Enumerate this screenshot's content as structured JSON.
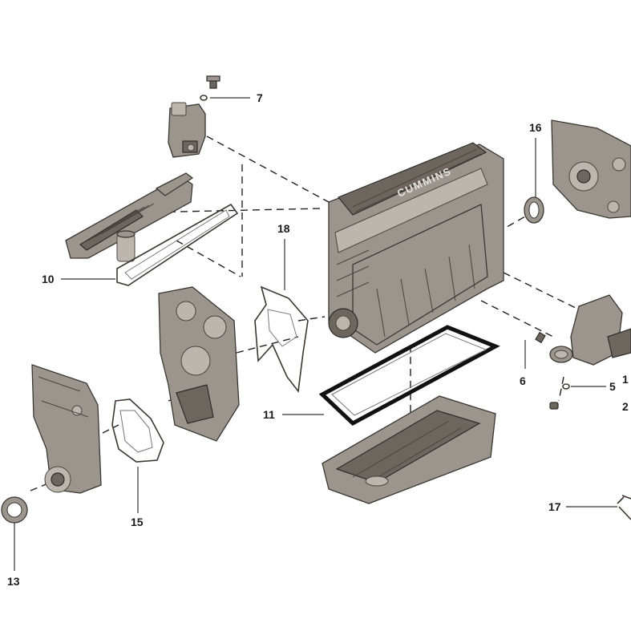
{
  "diagram": {
    "callouts": {
      "c2": "2",
      "c1": "1",
      "c5": "5",
      "c6": "6",
      "c7": "7",
      "c10": "10",
      "c11": "11",
      "c13": "13",
      "c15": "15",
      "c16": "16",
      "c17": "17",
      "c18": "18"
    },
    "block_logo": "CUMMINS"
  },
  "colors": {
    "part_fill": "#9c958e",
    "part_dark": "#6d665f",
    "outline": "#3b3631",
    "background": "#ffffff"
  }
}
